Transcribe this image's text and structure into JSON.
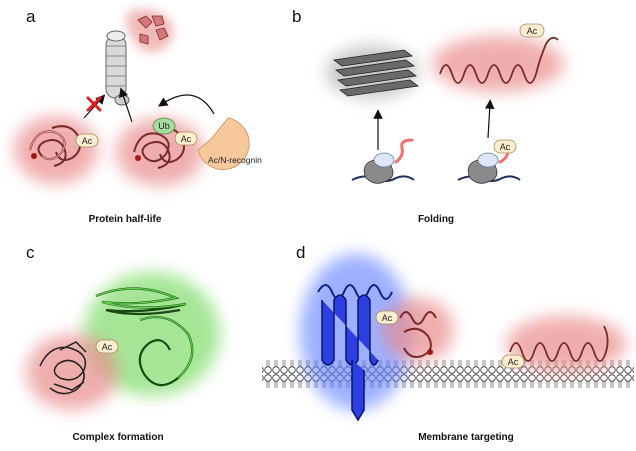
{
  "panels": {
    "a": {
      "letter": "a",
      "caption": "Protein half-life",
      "ac": "Ac",
      "ub": "Ub",
      "recognin": "Ac/N-recognin"
    },
    "b": {
      "letter": "b",
      "caption": "Folding",
      "ac": "Ac"
    },
    "c": {
      "letter": "c",
      "caption": "Complex formation",
      "ac": "Ac"
    },
    "d": {
      "letter": "d",
      "caption": "Membrane targeting",
      "ac": "Ac"
    }
  },
  "colors": {
    "glow_red": "#e98c8c",
    "glow_green": "#7fdc6a",
    "glow_blue": "#5b7cff",
    "protein_red": "#e59a9a",
    "protein_blue": "#2d3fe0",
    "protein_green": "#3fbf3a",
    "protein_dark": "#555555",
    "ac_fill": "#fbeed0",
    "ub_fill": "#a8dba0",
    "recognin_fill": "#f6c89c",
    "cross": "#e02020"
  },
  "icons": [
    "cross-icon",
    "arrow-icon",
    "proteasome-icon",
    "ribosome-icon"
  ]
}
